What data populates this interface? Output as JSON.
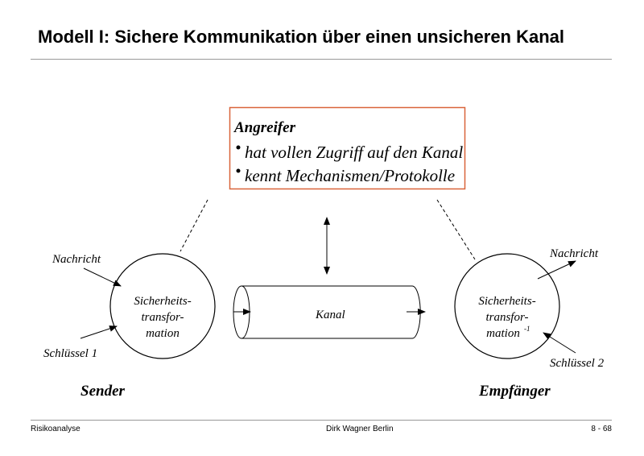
{
  "title": "Modell I: Sichere Kommunikation über einen unsicheren Kanal",
  "attacker": {
    "heading": "Angreifer",
    "bullets": [
      "hat vollen Zugriff auf den Kanal",
      "kennt Mechanismen/Protokolle"
    ],
    "border_color": "#d9643a"
  },
  "sender": {
    "label": "Sender",
    "input_message": "Nachricht",
    "key": "Schlüssel 1",
    "transform": [
      "Sicherheits-",
      "transfor-",
      "mation"
    ]
  },
  "channel": {
    "label": "Kanal"
  },
  "receiver": {
    "label": "Empfänger",
    "output_message": "Nachricht",
    "key": "Schlüssel 2",
    "transform": [
      "Sicherheits-",
      "transfor-",
      "mation"
    ],
    "transform_superscript": "-1"
  },
  "footer": {
    "left": "Risikoanalyse",
    "center": "Dirk Wagner Berlin",
    "right": "8 - 68"
  }
}
